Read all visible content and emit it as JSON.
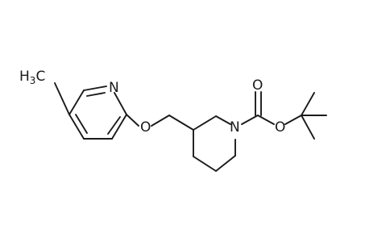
{
  "molecule": {
    "labels": {
      "methyl": "H3C",
      "pyridine_nitrogen": "N",
      "ether_oxygen": "O",
      "piperidine_nitrogen": "N",
      "carbonyl_oxygen": "O",
      "ester_oxygen": "O"
    }
  }
}
